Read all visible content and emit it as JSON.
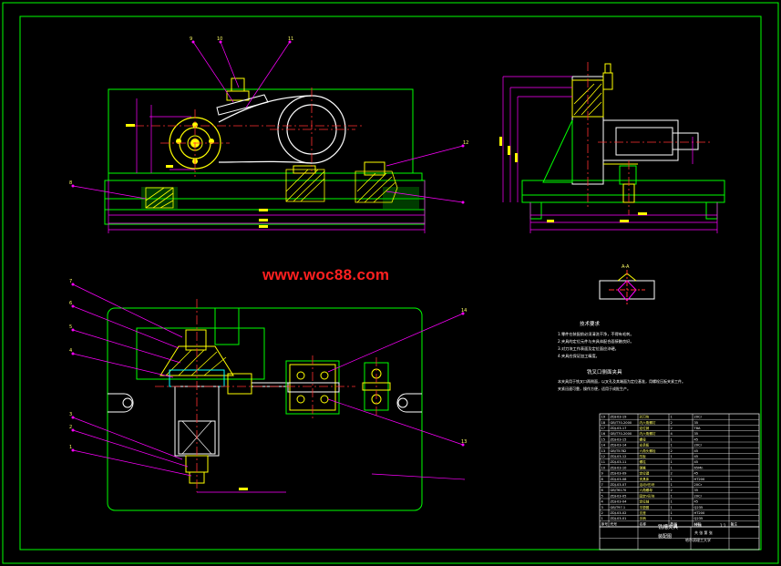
{
  "watermark": "www.woc88.com",
  "colors": {
    "background": "#000000",
    "frame": "#00ff00",
    "outline": "#ffffff",
    "dimension": "#ff00ff",
    "hidden": "#ffff00",
    "center": "#ff3030",
    "text": "#ffffff",
    "accent_yellow": "#ffff66",
    "cyan": "#00ffff",
    "watermark": "#ff2020"
  },
  "technical_requirements": {
    "title": "技术要求",
    "lines": [
      "1.零件在装配前必须清洗干净，不得有毛刺。",
      "2.夹具的定位元件与夹具体配合面接触良好。",
      "3.对刀块工作表面及定位面应淬硬。",
      "4.夹具应保证加工精度。"
    ]
  },
  "note": {
    "title": "铣叉口侧面夹具",
    "lines": [
      "本夹具用于铣叉口两侧面，以叉孔及其端面为定位基准，用螺栓压板夹紧工件。",
      "夹紧迅速可靠，操作方便，适用于成批生产。"
    ]
  },
  "section_label": "A-A",
  "title_block": {
    "drawing_name": "铣槽夹具",
    "sheet_label": "装配图",
    "school": "哈尔滨理工大学",
    "scale_label": "比例",
    "scale": "1:1",
    "sheet": "共 张 第 张"
  },
  "bom": {
    "headers": [
      "序号",
      "代号",
      "名称",
      "数量",
      "材料",
      "备注"
    ],
    "rows": [
      [
        "19",
        "ZDJ-03-19",
        "对刀块",
        "1",
        "20Cr",
        ""
      ],
      [
        "18",
        "GB/T70-2000",
        "内六角螺钉",
        "2",
        "35",
        ""
      ],
      [
        "17",
        "ZDJ-03-17",
        "定位销",
        "2",
        "T8A",
        ""
      ],
      [
        "16",
        "GB/T70-2000",
        "内六角螺钉",
        "4",
        "35",
        ""
      ],
      [
        "15",
        "ZDJ-03-15",
        "螺母",
        "1",
        "45",
        ""
      ],
      [
        "14",
        "ZDJ-03-14",
        "支承板",
        "1",
        "20Cr",
        ""
      ],
      [
        "13",
        "GB/T5782",
        "六角头螺栓",
        "2",
        "45",
        ""
      ],
      [
        "12",
        "ZDJ-03-12",
        "压板",
        "1",
        "45",
        ""
      ],
      [
        "11",
        "ZDJ-03-11",
        "螺柱",
        "1",
        "45",
        ""
      ],
      [
        "10",
        "ZDJ-03-10",
        "弹簧",
        "1",
        "65Mn",
        ""
      ],
      [
        "9",
        "ZDJ-03-09",
        "定位键",
        "2",
        "45",
        ""
      ],
      [
        "8",
        "ZDJ-03-08",
        "夹具体",
        "1",
        "HT200",
        ""
      ],
      [
        "7",
        "ZDJ-03-07",
        "活动V形块",
        "1",
        "20Cr",
        ""
      ],
      [
        "6",
        "GB/T6170",
        "六角螺母",
        "2",
        "35",
        ""
      ],
      [
        "5",
        "ZDJ-03-05",
        "固定V形块",
        "1",
        "20Cr",
        ""
      ],
      [
        "4",
        "ZDJ-03-04",
        "定位轴",
        "1",
        "45",
        ""
      ],
      [
        "3",
        "GB/T97.1",
        "平垫圈",
        "1",
        "Q235",
        ""
      ],
      [
        "2",
        "ZDJ-03-02",
        "支座",
        "1",
        "HT200",
        ""
      ],
      [
        "1",
        "ZDJ-03-01",
        "手柄",
        "1",
        "Q235",
        ""
      ]
    ]
  },
  "balloons_front": [
    "9",
    "10",
    "11",
    "12",
    "8"
  ],
  "balloons_top": [
    "7",
    "6",
    "5",
    "4",
    "3",
    "2",
    "1",
    "14",
    "13"
  ]
}
